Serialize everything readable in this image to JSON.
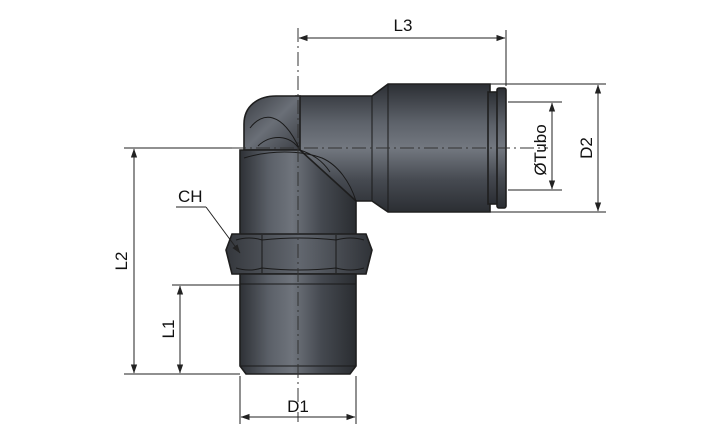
{
  "drawing": {
    "subject": "90° elbow push-in fitting with male thread",
    "labels": {
      "l3": "L3",
      "d2": "D2",
      "tube": "ØTubo",
      "ch": "CH",
      "l2": "L2",
      "l1": "L1",
      "d1": "D1"
    }
  },
  "colors": {
    "body_dark": "#3c3f45",
    "body_light": "#70757e",
    "outline": "#1e1e1e",
    "dimension_line": "#222222",
    "background": "#ffffff"
  }
}
